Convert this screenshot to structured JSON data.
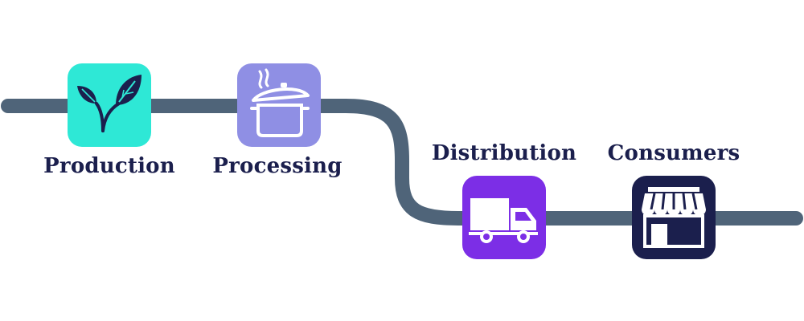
{
  "colors": {
    "path": "#4f6479",
    "production": "#2ee8d6",
    "processing": "#8f8fe4",
    "distribution": "#7c2ee6",
    "consumers": "#1b1f4d",
    "label": "#1b1f4d"
  },
  "stages": [
    {
      "label": "Production",
      "icon": "leaf-icon"
    },
    {
      "label": "Processing",
      "icon": "cooking-pot-icon"
    },
    {
      "label": "Distribution",
      "icon": "delivery-truck-icon"
    },
    {
      "label": "Consumers",
      "icon": "storefront-icon"
    }
  ]
}
